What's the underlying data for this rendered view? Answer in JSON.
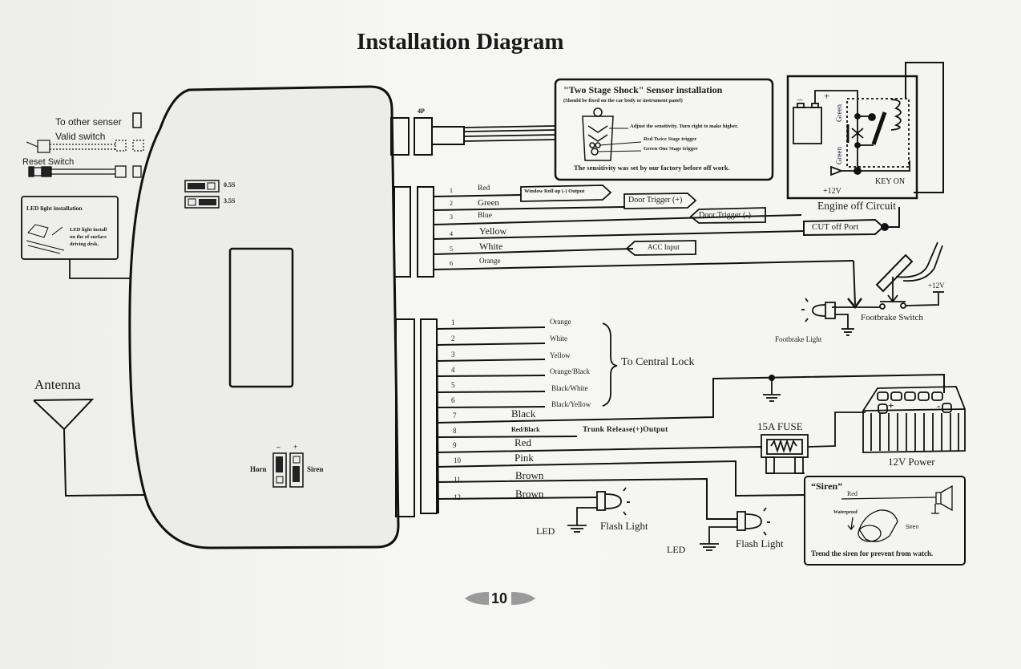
{
  "title": "Installation Diagram",
  "page_number": "10",
  "left_panel": {
    "to_other_sensor": "To other senser",
    "valid_switch": "Valid switch",
    "reset_switch": "Reset Switch",
    "led_install": {
      "title": "LED light installation",
      "lines": [
        "LED light install",
        "on the of surface",
        "driving desk."
      ]
    },
    "antenna": "Antenna"
  },
  "control_unit": {
    "timer_options": [
      "0.5S",
      "3.5S"
    ],
    "horn_label": "Horn",
    "siren_label": "Siren",
    "minus": "–",
    "plus": "+"
  },
  "connector_4p": "4P",
  "shock_sensor": {
    "title": "\"Two Stage Shock\" Sensor installation",
    "subtitle": "(Should be fixed on the car body or instrument panel)",
    "adjust": "Adjust the sensitivity. Turn right to make higher.",
    "red": "Red Twice Stage trigger",
    "green": "Green One Stage trigger",
    "footer": "The sensitivity was set by our factory before off work."
  },
  "engine_off": {
    "title": "Engine off Circuit",
    "plus12v": "+12V",
    "key_on": "KEY ON",
    "green": "Green",
    "minus": "–",
    "plus": "+",
    "cut_off_port": "CUT off Port"
  },
  "upper_harness": {
    "wires": [
      {
        "num": "1",
        "color": "Red",
        "target": "Window Roll up (-) Output"
      },
      {
        "num": "2",
        "color": "Green",
        "target": "Door Trigger (+)"
      },
      {
        "num": "3",
        "color": "Blue",
        "target": "Door Trigger (-)"
      },
      {
        "num": "4",
        "color": "Yellow",
        "target": "CUT off Port"
      },
      {
        "num": "5",
        "color": "White",
        "target": "ACC Input"
      },
      {
        "num": "6",
        "color": "Orange",
        "target": ""
      }
    ]
  },
  "lower_harness": {
    "central_lock_label": "To Central Lock",
    "wires": [
      {
        "num": "1",
        "color": "Orange"
      },
      {
        "num": "2",
        "color": "White"
      },
      {
        "num": "3",
        "color": "Yellow"
      },
      {
        "num": "4",
        "color": "Orange/Black"
      },
      {
        "num": "5",
        "color": "Black/White"
      },
      {
        "num": "6",
        "color": "Black/Yellow"
      },
      {
        "num": "7",
        "color": "Black"
      },
      {
        "num": "8",
        "color": "Red/Black",
        "target": "Trunk Release(+)Output"
      },
      {
        "num": "9",
        "color": "Red"
      },
      {
        "num": "10",
        "color": "Pink"
      },
      {
        "num": "11",
        "color": "Brown"
      },
      {
        "num": "12",
        "color": "Brown"
      }
    ]
  },
  "footbrake": {
    "light": "Footbrake Light",
    "switch": "Footbrake Switch",
    "plus12v": "+12V"
  },
  "power": {
    "fuse": "15A FUSE",
    "battery": "12V Power",
    "plus": "+",
    "minus": "-"
  },
  "siren_box": {
    "title": "“Siren”",
    "red": "Red",
    "waterproof": "Waterproof",
    "siren": "Siren",
    "footer": "Trend the siren for prevent from watch."
  },
  "flash_lights": [
    {
      "led": "LED",
      "label": "Flash Light"
    },
    {
      "led": "LED",
      "label": "Flash Light"
    }
  ]
}
